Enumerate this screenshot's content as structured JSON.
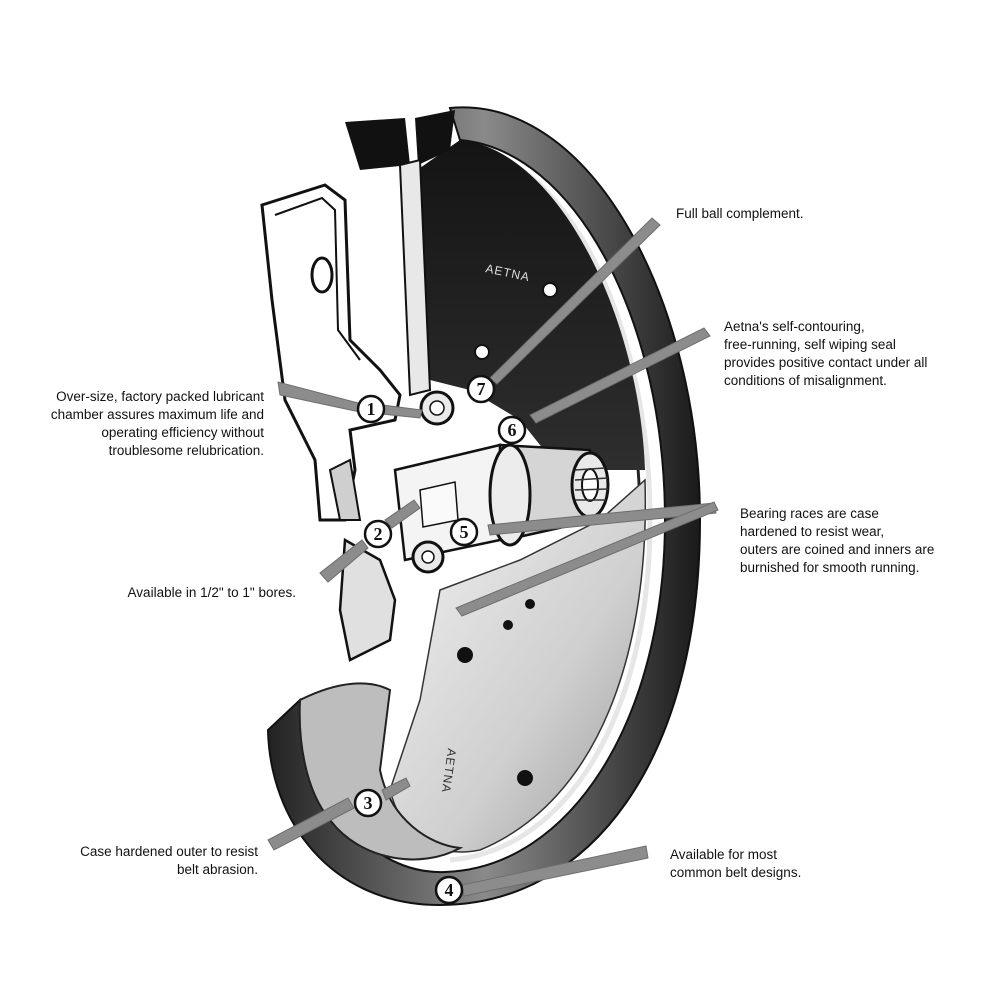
{
  "brand_marks": [
    "AETNA",
    "AETNA"
  ],
  "colors": {
    "ink": "#111111",
    "dark_fill": "#1c1c1c",
    "mid_fill": "#5a5a5a",
    "light_fill": "#d9d9d9",
    "paper": "#ffffff"
  },
  "callouts": [
    {
      "number": "1",
      "text": "Over-size, factory packed lubricant\nchamber assures maximum life and\noperating efficiency without\ntroublesome relubrication."
    },
    {
      "number": "2",
      "text": "Available in 1/2\" to 1\" bores."
    },
    {
      "number": "3",
      "text": "Case hardened outer to resist\nbelt abrasion."
    },
    {
      "number": "4",
      "text": "Available for most\ncommon belt designs."
    },
    {
      "number": "5",
      "text": "Bearing races are case\nhardened to resist wear,\nouters are coined and inners are\nburnished for smooth running."
    },
    {
      "number": "6",
      "text": "Aetna's self-contouring,\nfree-running, self wiping seal\nprovides positive contact under all\nconditions of misalignment."
    },
    {
      "number": "7",
      "text": "Full ball complement."
    }
  ]
}
